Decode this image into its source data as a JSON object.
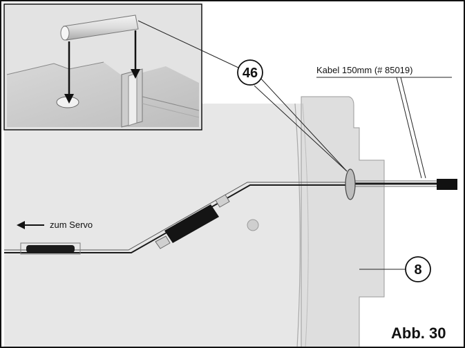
{
  "figure": {
    "label": "Abb. 30"
  },
  "labels": {
    "cable": "Kabel 150mm (# 85019)",
    "to_servo": "zum Servo"
  },
  "callouts": [
    {
      "number": "46"
    },
    {
      "number": "8"
    }
  ]
}
